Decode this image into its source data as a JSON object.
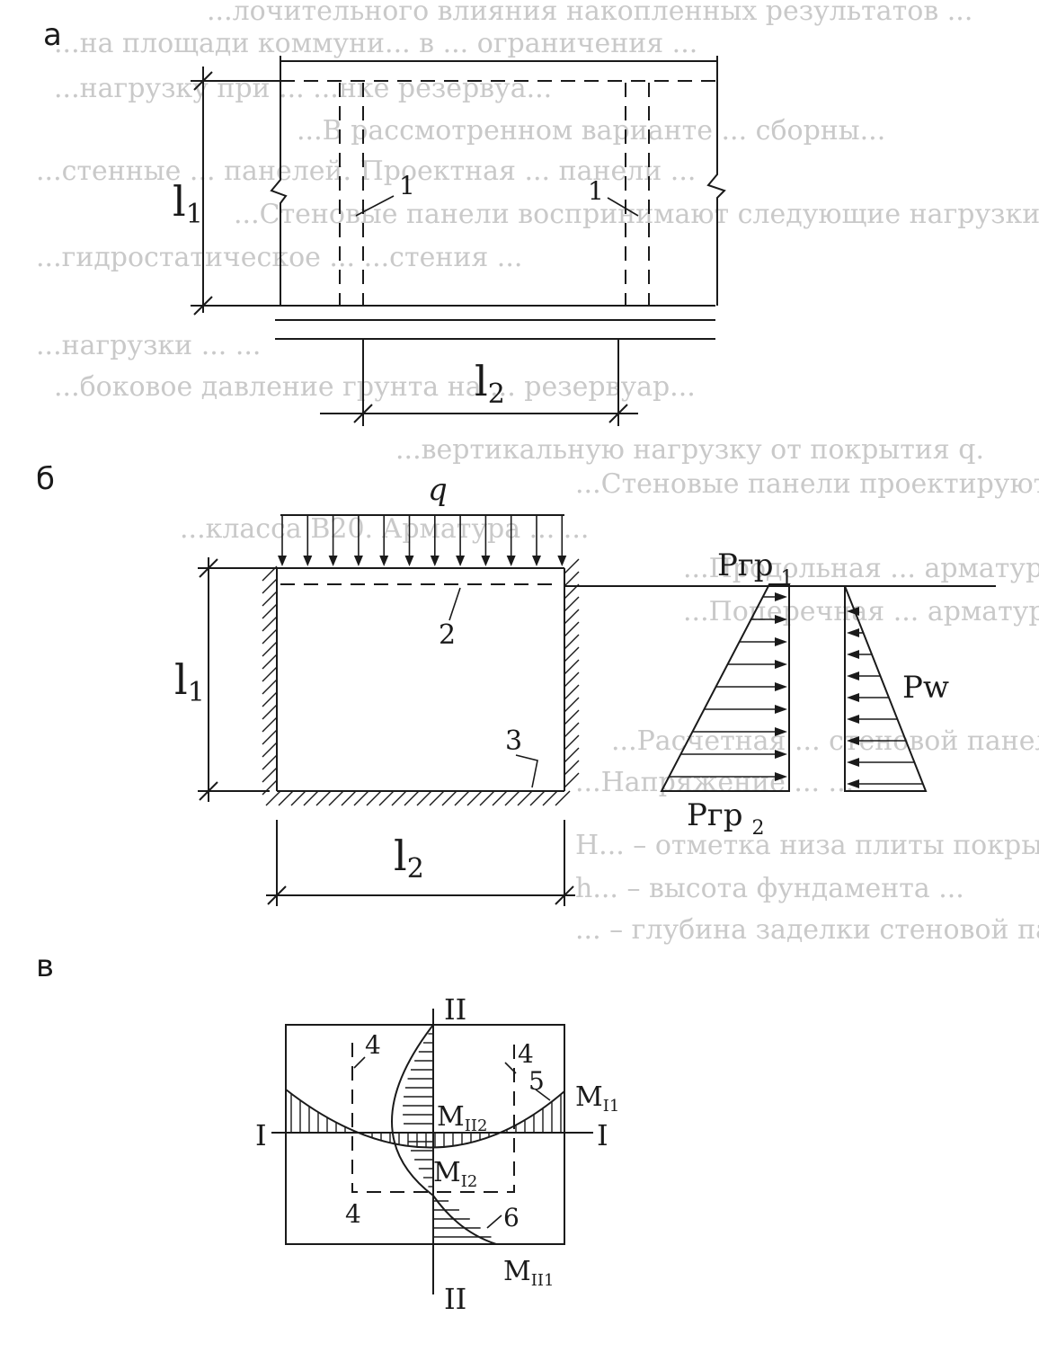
{
  "background_text": [
    "...лочительного влияния накопленных результатов ...",
    "...на площади коммуни... в ... ограничения ...",
    "...нагрузку при ... ...нке резервуа...",
    "...В рассмотренном варианте ... сборны...",
    "...стенные ... панелей. Проектная ... панели ...",
    "...Стеновые панели воспринимают следующие нагрузки...",
    "...гидростатическое ... ...стения ...",
    "...нагрузки ... ...",
    "...боковое давление грунта на ... резервуар...",
    "...вертикальную нагрузку от покрытия q.",
    "...Стеновые панели проектируются из тяжелого бетона...",
    "...класса B20. Арматура ... ...",
    "...Продольная ... арматура ... класса A-I...",
    "...Поперечная ... арматура ... класса A...",
    "...Расчетная ... стеновой панели ...",
    "...Напряжение ... ...",
    "H... – отметка низа плиты покрытия ... резервуа...",
    "h... – высота фундамента ...",
    "... – глубина заделки стеновой панели в фундамент ..."
  ],
  "panel_a": {
    "letter": "a",
    "dim_vertical": "l",
    "dim_vertical_sub": "1",
    "dim_horizontal": "l",
    "dim_horizontal_sub": "2",
    "callout_left": "1",
    "callout_right": "1"
  },
  "panel_b": {
    "letter": "б",
    "load": "q",
    "dim_vertical": "l",
    "dim_vertical_sub": "1",
    "dim_horizontal": "l",
    "dim_horizontal_sub": "2",
    "callout_2": "2",
    "callout_3": "3",
    "p_top": "Pгр",
    "p_top_sub": "1",
    "p_bottom": "Pгр",
    "p_bottom_sub": "2",
    "p_water": "Pw"
  },
  "panel_v": {
    "letter": "в",
    "axis_II_top": "II",
    "axis_II_bottom": "II",
    "axis_I_left": "I",
    "axis_I_right": "I",
    "callout_4a": "4",
    "callout_4b": "4",
    "callout_4c": "4",
    "callout_5": "5",
    "callout_6": "6",
    "m_I1": "M",
    "m_I1_sub": "I1",
    "m_II2": "M",
    "m_II2_sub": "II2",
    "m_I2": "M",
    "m_I2_sub": "I2",
    "m_II1": "M",
    "m_II1_sub": "II1"
  }
}
